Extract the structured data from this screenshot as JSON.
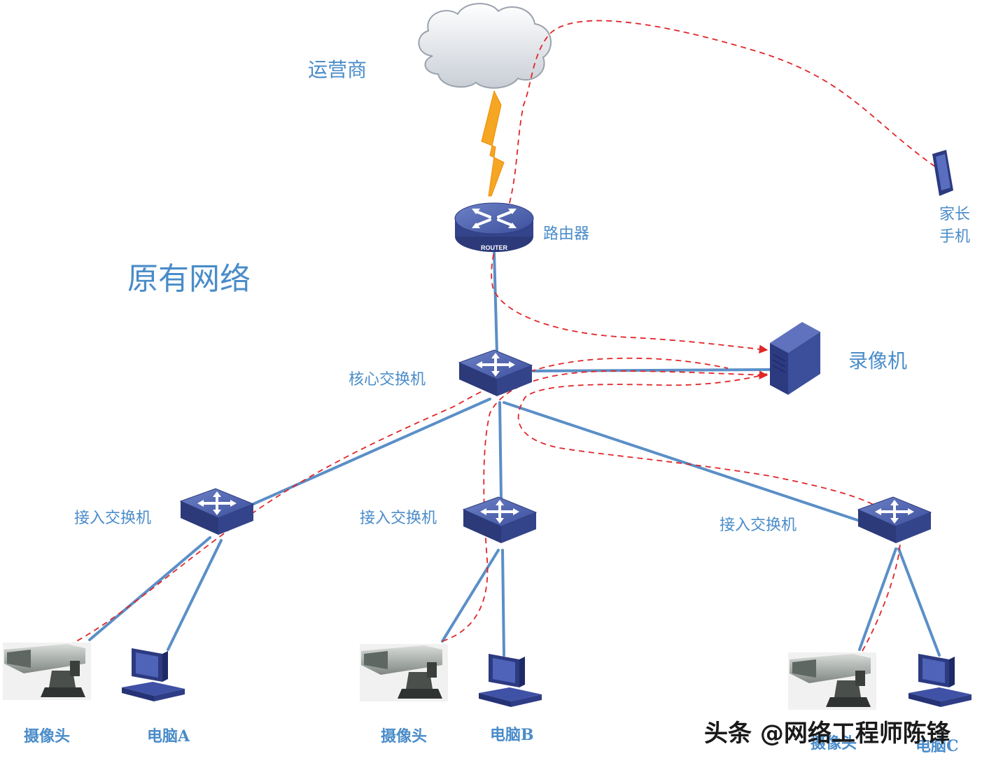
{
  "diagram": {
    "title": "原有网络",
    "nodes": {
      "isp": "运营商",
      "router": "路由器",
      "router_badge": "ROUTER",
      "parent_phone_line1": "家长",
      "parent_phone_line2": "手机",
      "core_switch": "核心交换机",
      "recorder": "录像机",
      "access_switch_1": "接入交换机",
      "access_switch_2": "接入交换机",
      "access_switch_3": "接入交换机",
      "camera_1": "摄像头",
      "camera_2": "摄像头",
      "camera_3": "摄像头",
      "pc_a": "电脑A",
      "pc_b": "电脑B",
      "pc_c": "电脑C"
    },
    "watermark": "头条 @网络工程师陈锋"
  },
  "colors": {
    "label": "#4a8cc9",
    "link": "#5b8fc7",
    "flow": "#e0262a",
    "device": "#3b4f9a",
    "wan": "#f5a623"
  }
}
